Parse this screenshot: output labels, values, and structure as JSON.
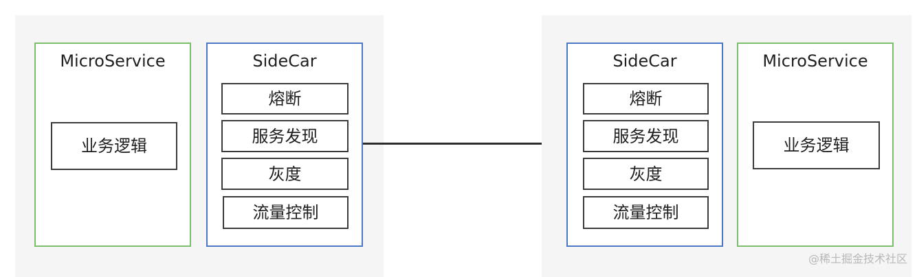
{
  "left": {
    "microservice": {
      "title": "MicroService",
      "components": [
        "业务逻辑"
      ]
    },
    "sidecar": {
      "title": "SideCar",
      "components": [
        "熔断",
        "服务发现",
        "灰度",
        "流量控制"
      ]
    }
  },
  "right": {
    "sidecar": {
      "title": "SideCar",
      "components": [
        "熔断",
        "服务发现",
        "灰度",
        "流量控制"
      ]
    },
    "microservice": {
      "title": "MicroService",
      "components": [
        "业务逻辑"
      ]
    }
  },
  "watermark": "@稀土掘金技术社区",
  "colors": {
    "microservice_border": "#7cbf6a",
    "sidecar_border": "#4a77c6",
    "pod_background": "#f5f5f5",
    "connector": "#2b2b2b"
  }
}
